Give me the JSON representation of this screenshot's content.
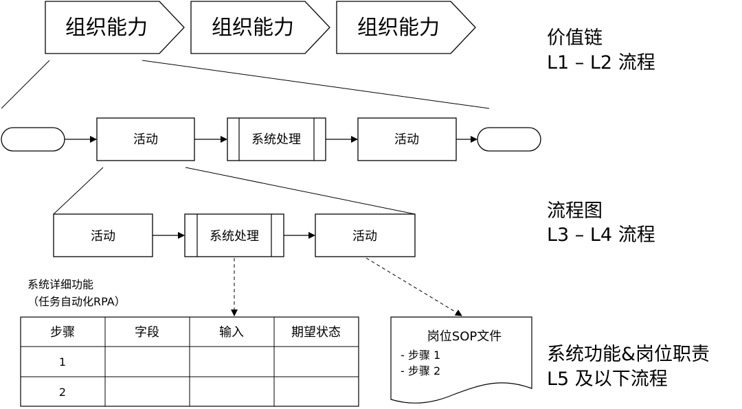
{
  "value_chain": {
    "steps": [
      "组织能力",
      "组织能力",
      "组织能力"
    ]
  },
  "level_labels": {
    "l1l2": {
      "title": "价值链",
      "subtitle": "L1 – L2 流程"
    },
    "l3l4": {
      "title": "流程图",
      "subtitle": "L3 – L4 流程"
    },
    "l5": {
      "title": "系统功能&岗位职责",
      "subtitle": "L5 及以下流程"
    }
  },
  "flow_top": {
    "activity_1": "活动",
    "system_process": "系统处理",
    "activity_2": "活动"
  },
  "flow_mid": {
    "activity_1": "活动",
    "system_process": "系统处理",
    "activity_2": "活动"
  },
  "system_detail": {
    "title_line1": "系统详细功能",
    "title_line2": "（任务自动化RPA）"
  },
  "table": {
    "headers": [
      "步骤",
      "字段",
      "输入",
      "期望状态"
    ],
    "rows": [
      [
        "1",
        "",
        "",
        ""
      ],
      [
        "2",
        "",
        "",
        ""
      ]
    ]
  },
  "sop_doc": {
    "title": "岗位SOP文件",
    "lines": [
      "- 步骤 1",
      "- 步骤 2"
    ]
  }
}
